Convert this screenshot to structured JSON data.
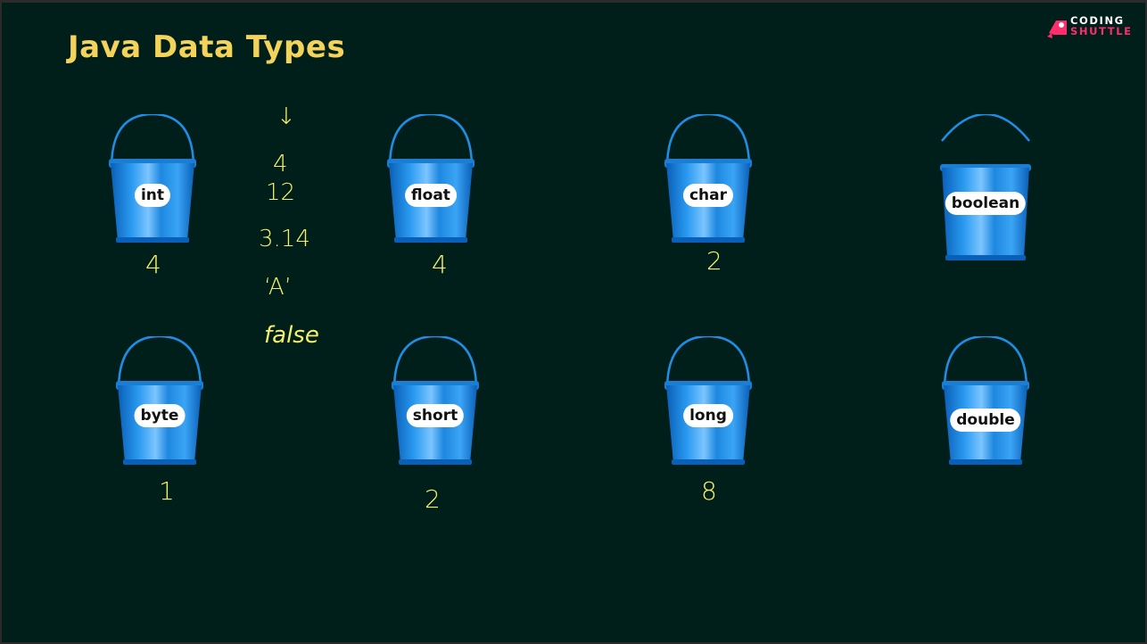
{
  "title": "Java Data Types",
  "logo": {
    "line1": "CODING",
    "line2": "SHUTTLE",
    "icon": "coding-shuttle-logo-icon"
  },
  "buckets": [
    {
      "label": "int",
      "size": "4"
    },
    {
      "label": "float",
      "size": "4"
    },
    {
      "label": "char",
      "size": "2"
    },
    {
      "label": "boolean",
      "size": ""
    },
    {
      "label": "byte",
      "size": "1"
    },
    {
      "label": "short",
      "size": "2"
    },
    {
      "label": "long",
      "size": "8"
    },
    {
      "label": "double",
      "size": ""
    }
  ],
  "notes": {
    "arrow": "↓",
    "items": [
      "4",
      "12",
      "3.14",
      "‘A’",
      "false"
    ]
  },
  "colors": {
    "title": "#f3d35a",
    "handwriting": "#f5f06a",
    "background": "#001f1a",
    "bucket": "#1e8ee6"
  }
}
